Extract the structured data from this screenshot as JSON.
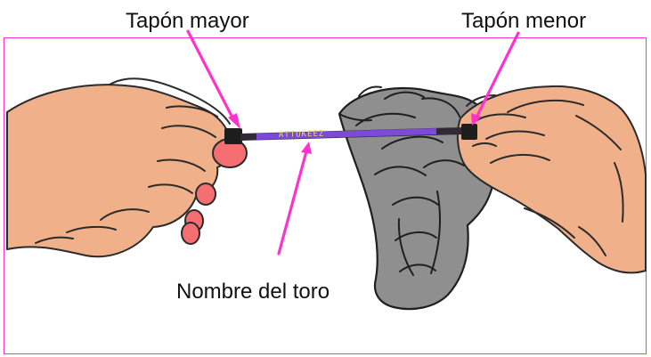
{
  "labels": {
    "top_left": "Tapón mayor",
    "top_right": "Tapón menor",
    "bottom": "Nombre del toro"
  },
  "straw_text": "ATTUKEEZ",
  "colors": {
    "frame": "#ff33cc",
    "arrow": "#ff33cc",
    "skin": "#f0b089",
    "skin_shadow": "#d79a73",
    "nail": "#f56f72",
    "straw": "#7b4ad6",
    "straw_dark": "#2f2a35",
    "plug": "#1d1d1d",
    "sock": "#8f8f8f",
    "sock_light": "#b0b0b0",
    "text": "#111111"
  }
}
